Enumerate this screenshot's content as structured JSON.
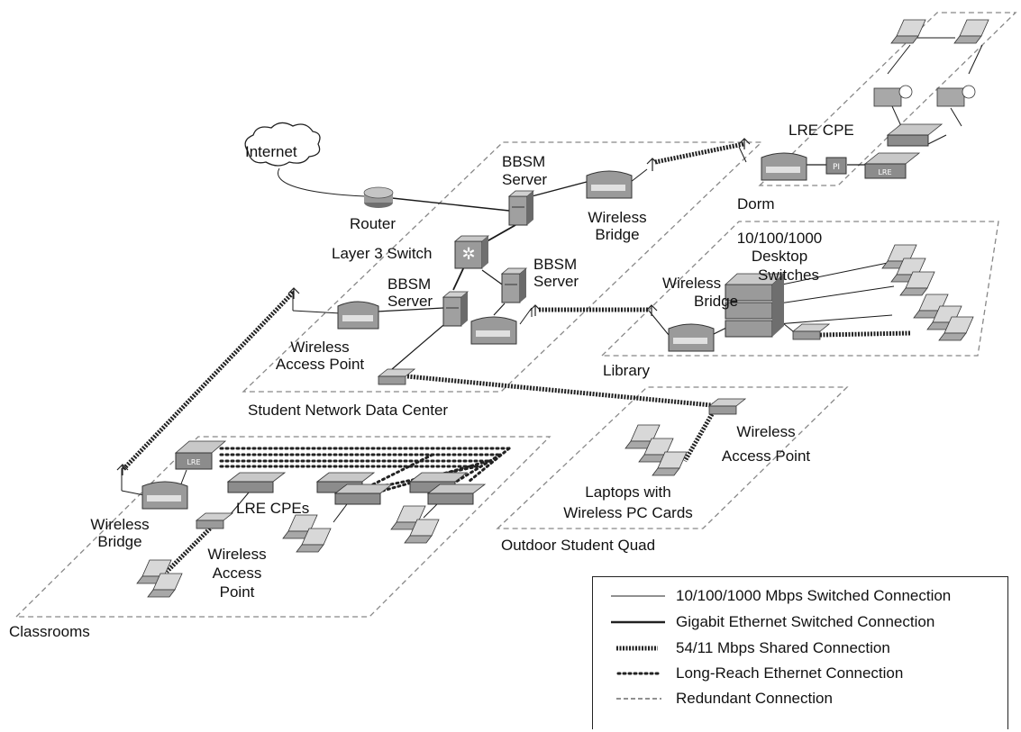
{
  "areas": {
    "dorm": "Dorm",
    "library": "Library",
    "data_center": "Student Network Data Center",
    "outdoor_quad": "Outdoor Student Quad",
    "classrooms": "Classrooms"
  },
  "cloud": {
    "internet": "Internet"
  },
  "devices": {
    "router": "Router",
    "layer3_switch": "Layer 3 Switch",
    "bbsm_server_top": [
      "BBSM",
      "Server"
    ],
    "bbsm_server_left": [
      "BBSM",
      "Server"
    ],
    "bbsm_server_right": [
      "BBSM",
      "Server"
    ],
    "wireless_bridge_center": [
      "Wireless",
      "Bridge"
    ],
    "wireless_bridge_library": [
      "Wireless",
      "Bridge"
    ],
    "wireless_bridge_classrooms": [
      "Wireless",
      "Bridge"
    ],
    "wap_datacenter": [
      "Wireless",
      "Access Point"
    ],
    "wap_quad": [
      "Wireless",
      "Access Point"
    ],
    "wap_classrooms": [
      "Wireless",
      "Access",
      "Point"
    ],
    "lre_cpe_dorm": "LRE CPE",
    "lre_cpes_classrooms": "LRE CPEs",
    "desktop_switches": [
      "10/100/1000",
      "Desktop",
      "Switches"
    ],
    "laptops_quad": [
      "Laptops with",
      "Wireless PC Cards"
    ]
  },
  "legend": [
    {
      "style": "thin",
      "label": "10/100/1000 Mbps Switched Connection"
    },
    {
      "style": "thick",
      "label": "Gigabit Ethernet Switched Connection"
    },
    {
      "style": "shared",
      "label": "54/11 Mbps Shared Connection"
    },
    {
      "style": "lre",
      "label": "Long-Reach Ethernet Connection"
    },
    {
      "style": "dashed",
      "label": "Redundant Connection"
    }
  ],
  "colors": {
    "line": "#1a1a1a",
    "device": "#8c8c8c",
    "device_dark": "#5a5a5a",
    "device_light": "#c8c8c8"
  }
}
